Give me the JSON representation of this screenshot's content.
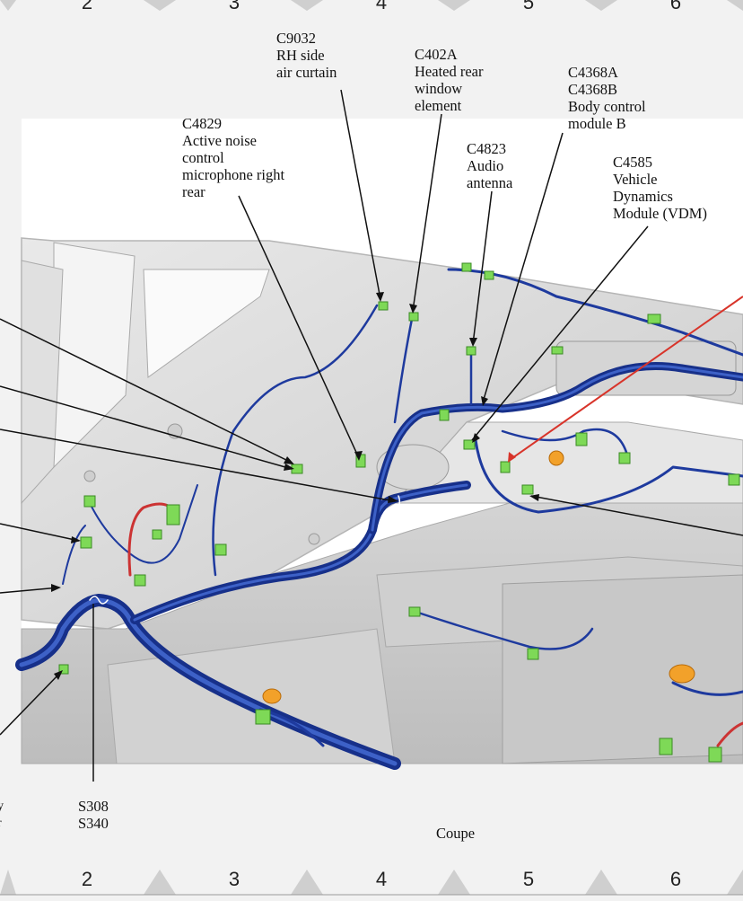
{
  "grid": {
    "top_numbers": [
      "2",
      "3",
      "4",
      "5",
      "6"
    ],
    "bottom_numbers": [
      "2",
      "3",
      "4",
      "5",
      "6"
    ]
  },
  "callouts": {
    "c9032": "C9032\nRH side\nair curtain",
    "c402a": "C402A\nHeated rear\nwindow\nelement",
    "c4368": "C4368A\nC4368B\nBody control\nmodule B",
    "c4829": "C4829\nActive noise\ncontrol\nmicrophone right\nrear",
    "c4823": "C4823\nAudio\nantenna",
    "c4585": "C4585\nVehicle\nDynamics\nModule (VDM)",
    "s308_s340": "S308\nS340",
    "left_fragment": "y\nr"
  },
  "caption": "Coupe",
  "colors": {
    "harness": "#1e3a9e",
    "harness_light": "#4a6fd0",
    "connector": "#7ed957",
    "leader": "#111111",
    "red_leader": "#d8342a",
    "body_panel": "#dcdcdc"
  }
}
